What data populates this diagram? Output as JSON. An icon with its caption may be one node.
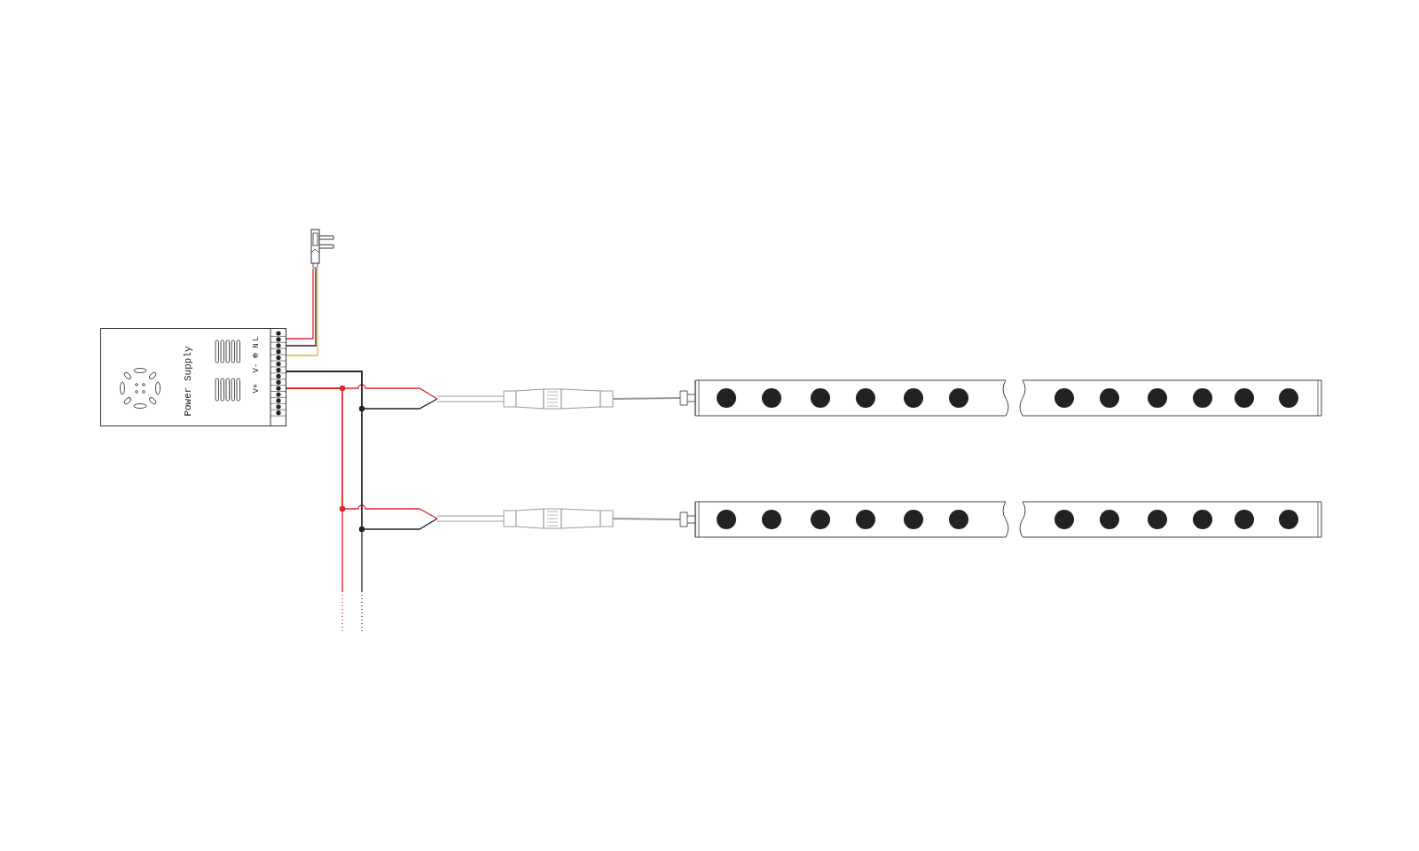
{
  "diagram": {
    "nodes": [
      {
        "text": [],
        "shape": "picture"
      },
      {
        "text": [
          "Power Supply",
          "L",
          "N",
          "⊕",
          "V-",
          "V+"
        ]
      },
      {
        "text": [],
        "shape": "picture"
      },
      {
        "text": [],
        "shape": "bar"
      },
      {
        "text": [],
        "shape": "picture"
      },
      {
        "text": [],
        "shape": "bar"
      }
    ],
    "edges": [
      {
        "from": 0,
        "to": 1,
        "arrow": "none",
        "color": "#e0242a"
      },
      {
        "from": 0,
        "to": 1,
        "arrow": "none",
        "color": "#222222"
      },
      {
        "from": 0,
        "to": 1,
        "arrow": "none",
        "color": "#e8b84a"
      },
      {
        "from": 1,
        "to": 2,
        "arrow": "none",
        "color": "#e0242a"
      },
      {
        "from": 1,
        "to": 2,
        "arrow": "none",
        "color": "#222222"
      },
      {
        "from": 1,
        "to": 4,
        "arrow": "none",
        "color": "#e0242a"
      },
      {
        "from": 1,
        "to": 4,
        "arrow": "none",
        "color": "#222222"
      },
      {
        "from": 2,
        "to": 3,
        "arrow": "none",
        "color": "#999999"
      },
      {
        "from": 4,
        "to": 5,
        "arrow": "none",
        "color": "#999999"
      },
      {
        "from": 1,
        "to": null,
        "arrow": "none",
        "style": "dashed",
        "color": "#e0242a"
      },
      {
        "from": 1,
        "to": null,
        "arrow": "none",
        "style": "dashed",
        "color": "#222222"
      }
    ]
  }
}
